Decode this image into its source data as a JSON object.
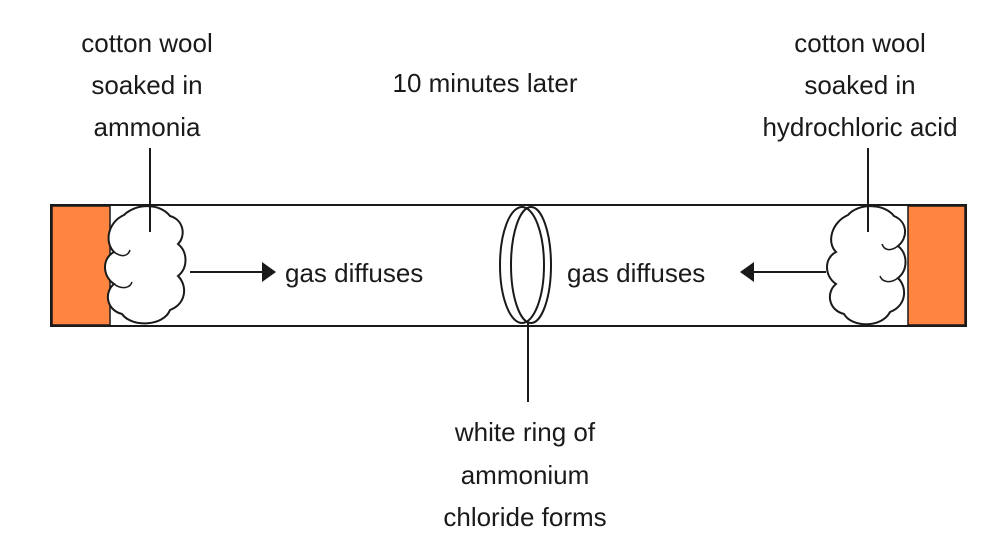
{
  "title": "10 minutes later",
  "left_label": [
    "cotton wool",
    "soaked in",
    "ammonia"
  ],
  "right_label": [
    "cotton wool",
    "soaked in",
    "hydrochloric acid"
  ],
  "left_arrow_label": "gas diffuses",
  "right_arrow_label": "gas diffuses",
  "ring_label": [
    "white ring of",
    "ammonium",
    "chloride forms"
  ],
  "colors": {
    "stopper": "#ff8540",
    "line": "#1a1a1a",
    "text": "#1a1a1a"
  }
}
